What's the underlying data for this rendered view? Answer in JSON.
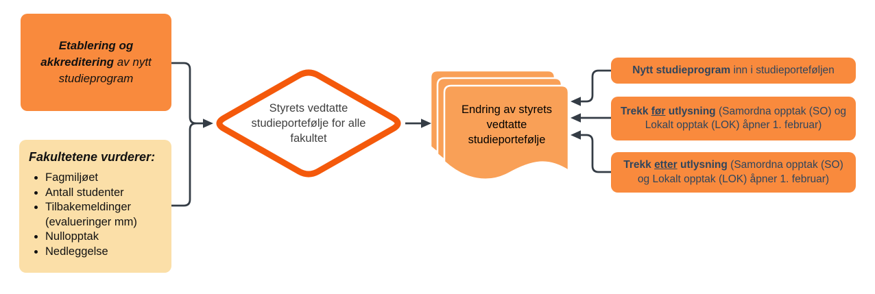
{
  "colors": {
    "canvas_bg": "#FFFFFF",
    "box_orange": "#F98A3D",
    "box_cream": "#FBDFA8",
    "diamond_stroke": "#F4590B",
    "diamond_fill": "#FFFFFF",
    "document_fill": "#F9A057",
    "page_outline": "#FFFFFF",
    "connector": "#343C45",
    "right_box_text": "#30455C",
    "left_text": "#111111",
    "diamond_text": "#3F3F3F",
    "document_text": "#000000"
  },
  "left_top_box": {
    "bold_italic": "Etablering og akkreditering",
    "italic_rest": " av nytt studieprogram"
  },
  "left_bottom_box": {
    "heading": "Fakultetene vurderer:",
    "items": [
      "Fagmiljøet",
      "Antall studenter",
      "Tilbakemeldinger (evalueringer mm)",
      "Nullopptak",
      "Nedleggelse"
    ]
  },
  "diamond": {
    "label": "Styrets vedtatte studieportefølje for alle fakultet"
  },
  "document": {
    "label": "Endring av styrets vedtatte studieportefølje"
  },
  "right_boxes": [
    {
      "bold": "Nytt studieprogram",
      "rest": " inn i studieporteføljen"
    },
    {
      "bold_pre": "Trekk ",
      "underlined": "før",
      "bold_post": " utlysning",
      "rest": " (Samordna opptak (SO) og Lokalt opptak (LOK) åpner 1. februar)"
    },
    {
      "bold_pre": "Trekk ",
      "underlined": "etter",
      "bold_post": " utlysning",
      "rest": " (Samordna opptak (SO) og Lokalt opptak (LOK) åpner 1. februar)"
    }
  ]
}
